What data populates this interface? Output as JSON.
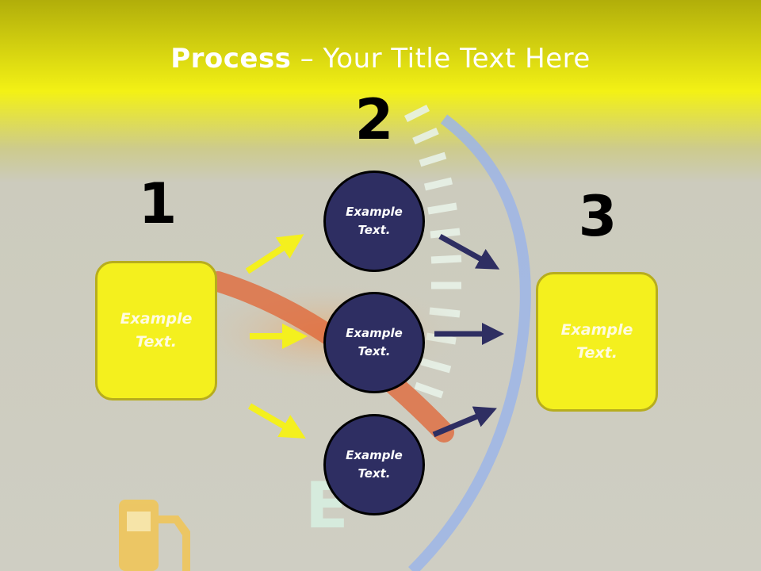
{
  "title": {
    "bold": "Process",
    "rest": " – Your Title Text Here"
  },
  "steps": [
    {
      "number": "1",
      "text": "Example Text."
    },
    {
      "number": "2",
      "items": [
        "Example Text.",
        "Example Text.",
        "Example Text."
      ]
    },
    {
      "number": "3",
      "text": "Example Text."
    }
  ],
  "colors": {
    "box_fill": "#f4f01e",
    "circle_fill": "#2e2e62",
    "arrow_yellow": "#f4f01e",
    "arrow_navy": "#2e2e62"
  }
}
